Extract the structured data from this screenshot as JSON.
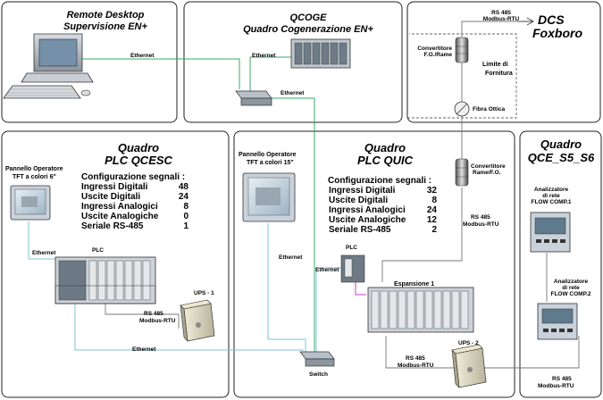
{
  "top_left": {
    "title": "Remote Desktop",
    "subtitle": "Supervisione EN+"
  },
  "top_mid": {
    "title": "QCOGE",
    "subtitle": "Quadro Cogenerazione  EN+"
  },
  "top_right": {
    "title": "DCS",
    "subtitle": "Foxboro"
  },
  "labels": {
    "ethernet_1": "Ethernet",
    "ethernet_2": "Ethernet",
    "ethernet_3": "Ethernet",
    "ethernet_qcesc": "Ethernet",
    "ethernet_quic_panel": "Ethernet",
    "ethernet_quic_plc": "Ethernet",
    "ethernet_bottom": "Ethernet",
    "rs485_top_1": "RS 485",
    "rs485_top_2": "Modbus-RTU",
    "conv_fo_1": "Convertitore",
    "conv_fo_2": "F.O./Rame",
    "limite_1": "Limite di",
    "limite_2": "Fornitura",
    "fibra": "Fibra Ottica",
    "conv_rame_1": "Convertitore",
    "conv_rame_2": "Rame/F.O.",
    "rs485_quic_1": "RS 485",
    "rs485_quic_2": "Modbus-RTU",
    "plc_qcesc": "PLC",
    "plc_quic": "PLC",
    "ups1": "UPS - 1",
    "ups2": "UPS - 2",
    "rs485_qcesc_1": "RS 485",
    "rs485_qcesc_2": "Modbus-RTU",
    "rs485_ups2_1": "RS 485",
    "rs485_ups2_2": "Modbus-RTU",
    "rs485_qce_1": "RS 485",
    "rs485_qce_2": "Modbus-RTU",
    "espansione": "Espansione 1",
    "switch": "Switch"
  },
  "qcesc": {
    "title1": "Quadro",
    "title2": "PLC QCESC",
    "panel1": "Pannello Operatore",
    "panel2": "TFT a colori 6\"",
    "cfg_title": "Configurazione segnali :",
    "rows": [
      {
        "label": "Ingressi Digitali",
        "value": "48"
      },
      {
        "label": "Uscite Digitali",
        "value": "24"
      },
      {
        "label": "Ingressi Analogici",
        "value": "8"
      },
      {
        "label": "Uscite Analogiche",
        "value": "0"
      },
      {
        "label": "Seriale RS-485",
        "value": "1"
      }
    ]
  },
  "quic": {
    "title1": "Quadro",
    "title2": "PLC QUIC",
    "panel1": "Pannello Operatore",
    "panel2": "TFT a colori 15\"",
    "cfg_title": "Configurazione segnali :",
    "rows": [
      {
        "label": "Ingressi Digitali",
        "value": "32"
      },
      {
        "label": "Uscite Digitali",
        "value": "8"
      },
      {
        "label": "Ingressi Analogici",
        "value": "24"
      },
      {
        "label": "Uscite Analogiche",
        "value": "12"
      },
      {
        "label": "Seriale RS-485",
        "value": "2"
      }
    ]
  },
  "qce": {
    "title1": "Quadro",
    "title2": "QCE_S5_S6",
    "an1_1": "Analizzatore",
    "an1_2": "di rete",
    "an1_3": "FLOW COMP.1",
    "an2_1": "Analizzatore",
    "an2_2": "di rete",
    "an2_3": "FLOW COMP.2"
  }
}
